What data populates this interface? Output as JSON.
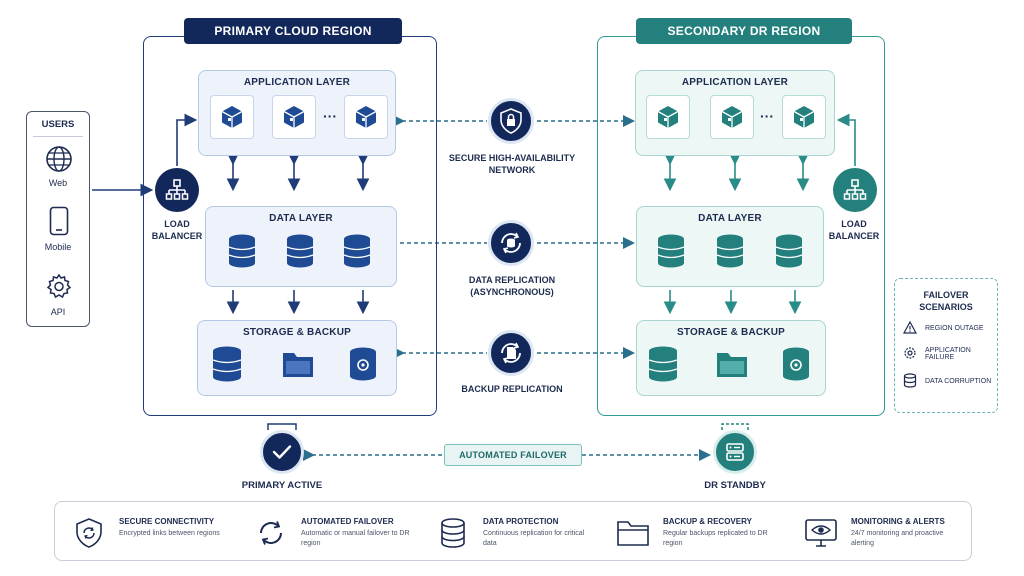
{
  "regions": {
    "primary": {
      "title": "PRIMARY CLOUD REGION",
      "status": "PRIMARY ACTIVE"
    },
    "secondary": {
      "title": "SECONDARY DR REGION",
      "status": "DR STANDBY"
    }
  },
  "layers": {
    "application": "APPLICATION LAYER",
    "data": "DATA LAYER",
    "storage": "STORAGE & BACKUP",
    "ellipsis": "···"
  },
  "users": {
    "title": "USERS",
    "items": [
      {
        "label": "Web",
        "icon": "globe-icon"
      },
      {
        "label": "Mobile",
        "icon": "smartphone-icon"
      },
      {
        "label": "API",
        "icon": "gear-icon"
      }
    ]
  },
  "load_balancer": {
    "line1": "LOAD",
    "line2": "BALANCER"
  },
  "links": {
    "network": {
      "line1": "SECURE HIGH-AVAILABILITY",
      "line2": "NETWORK"
    },
    "data_replication": {
      "line1": "DATA REPLICATION",
      "line2": "(ASYNCHRONOUS)"
    },
    "backup_replication": "BACKUP REPLICATION",
    "automated_failover": "AUTOMATED FAILOVER"
  },
  "failover_scenarios": {
    "title_line1": "FAILOVER",
    "title_line2": "SCENARIOS",
    "items": [
      {
        "label": "REGION OUTAGE",
        "icon": "warning-icon"
      },
      {
        "label": "APPLICATION FAILURE",
        "icon": "gear-icon"
      },
      {
        "label": "DATA CORRUPTION",
        "icon": "database-icon"
      }
    ]
  },
  "features": [
    {
      "title": "SECURE CONNECTIVITY",
      "desc": "Encrypted links between regions",
      "icon": "shield-sync-icon"
    },
    {
      "title": "AUTOMATED FAILOVER",
      "desc": "Automatic or manual failover to DR region",
      "icon": "sync-icon"
    },
    {
      "title": "DATA PROTECTION",
      "desc": "Continuous replication for critical data",
      "icon": "database-icon"
    },
    {
      "title": "BACKUP & RECOVERY",
      "desc": "Regular backups replicated to DR region",
      "icon": "folder-icon"
    },
    {
      "title": "MONITORING & ALERTS",
      "desc": "24/7 monitoring and proactive alerting",
      "icon": "monitor-eye-icon"
    }
  ],
  "colors": {
    "primary_navy": "#13285a",
    "primary_blue": "#1e4b94",
    "dr_teal": "#23807d",
    "dr_teal_light": "#2f9a96"
  }
}
